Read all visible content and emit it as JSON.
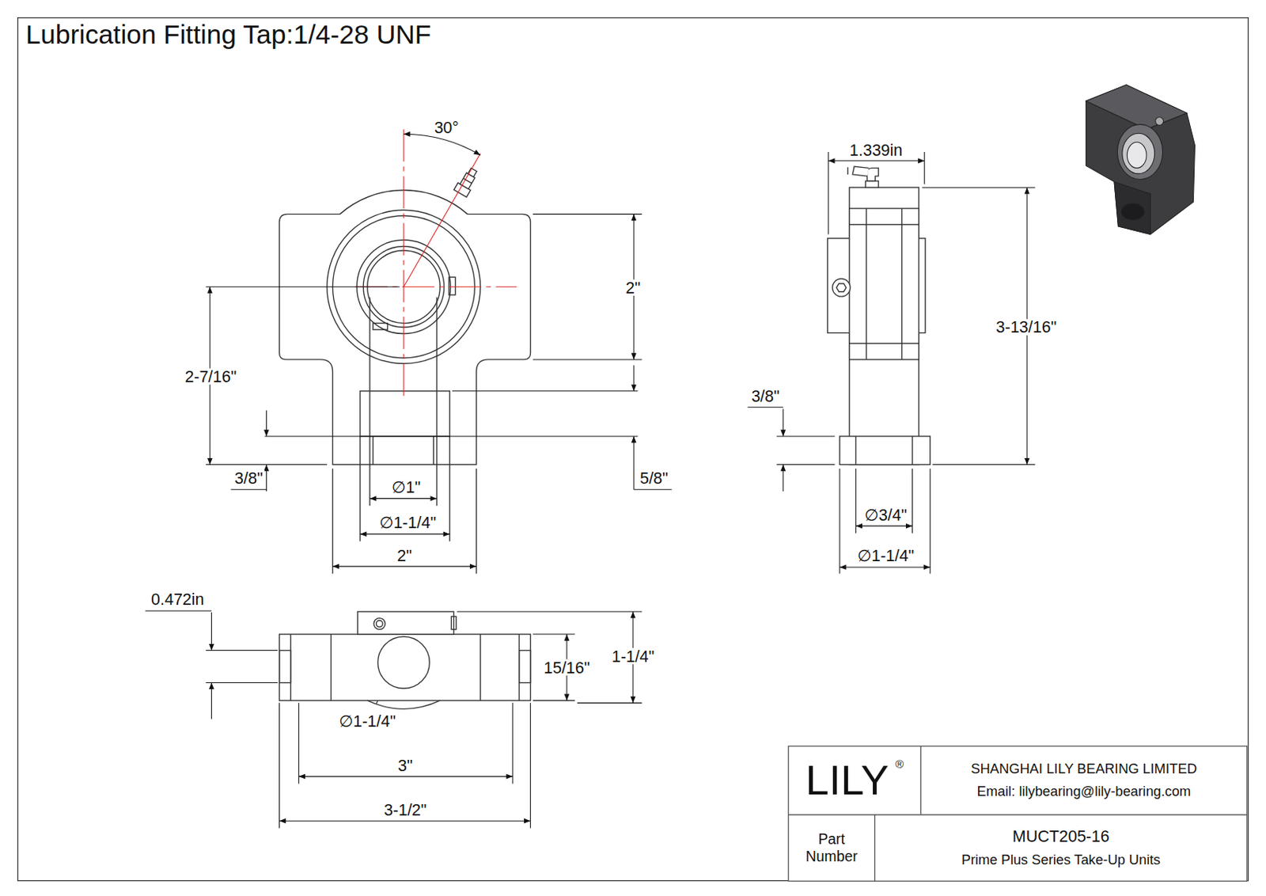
{
  "diagram": {
    "title": "Lubrication Fitting Tap:1/4-28 UNF",
    "nodes": [
      {
        "text": [
          "LILY",
          "®"
        ]
      },
      {
        "text": [
          "SHANGHAI LILY BEARING LIMITED",
          "Email: lilybearing@lily-bearing.com"
        ]
      },
      {
        "text": [
          "Part Number"
        ]
      },
      {
        "text": [
          "MUCT205-16",
          "Prime Plus Series Take-Up Units"
        ]
      }
    ],
    "labels": [
      "30°",
      "1.339in",
      "2\"",
      "3-13/16\"",
      "2-7/16\"",
      "3/8\"",
      "3/8\"",
      "5/8\"",
      "∅1\"",
      "∅3/4\"",
      "∅1-1/4\"",
      "2\"",
      "∅1-1/4\"",
      "0.472in",
      "1-1/4\"",
      "15/16\"",
      "∅1-1/4\"",
      "3\"",
      "3-1/2\""
    ]
  }
}
